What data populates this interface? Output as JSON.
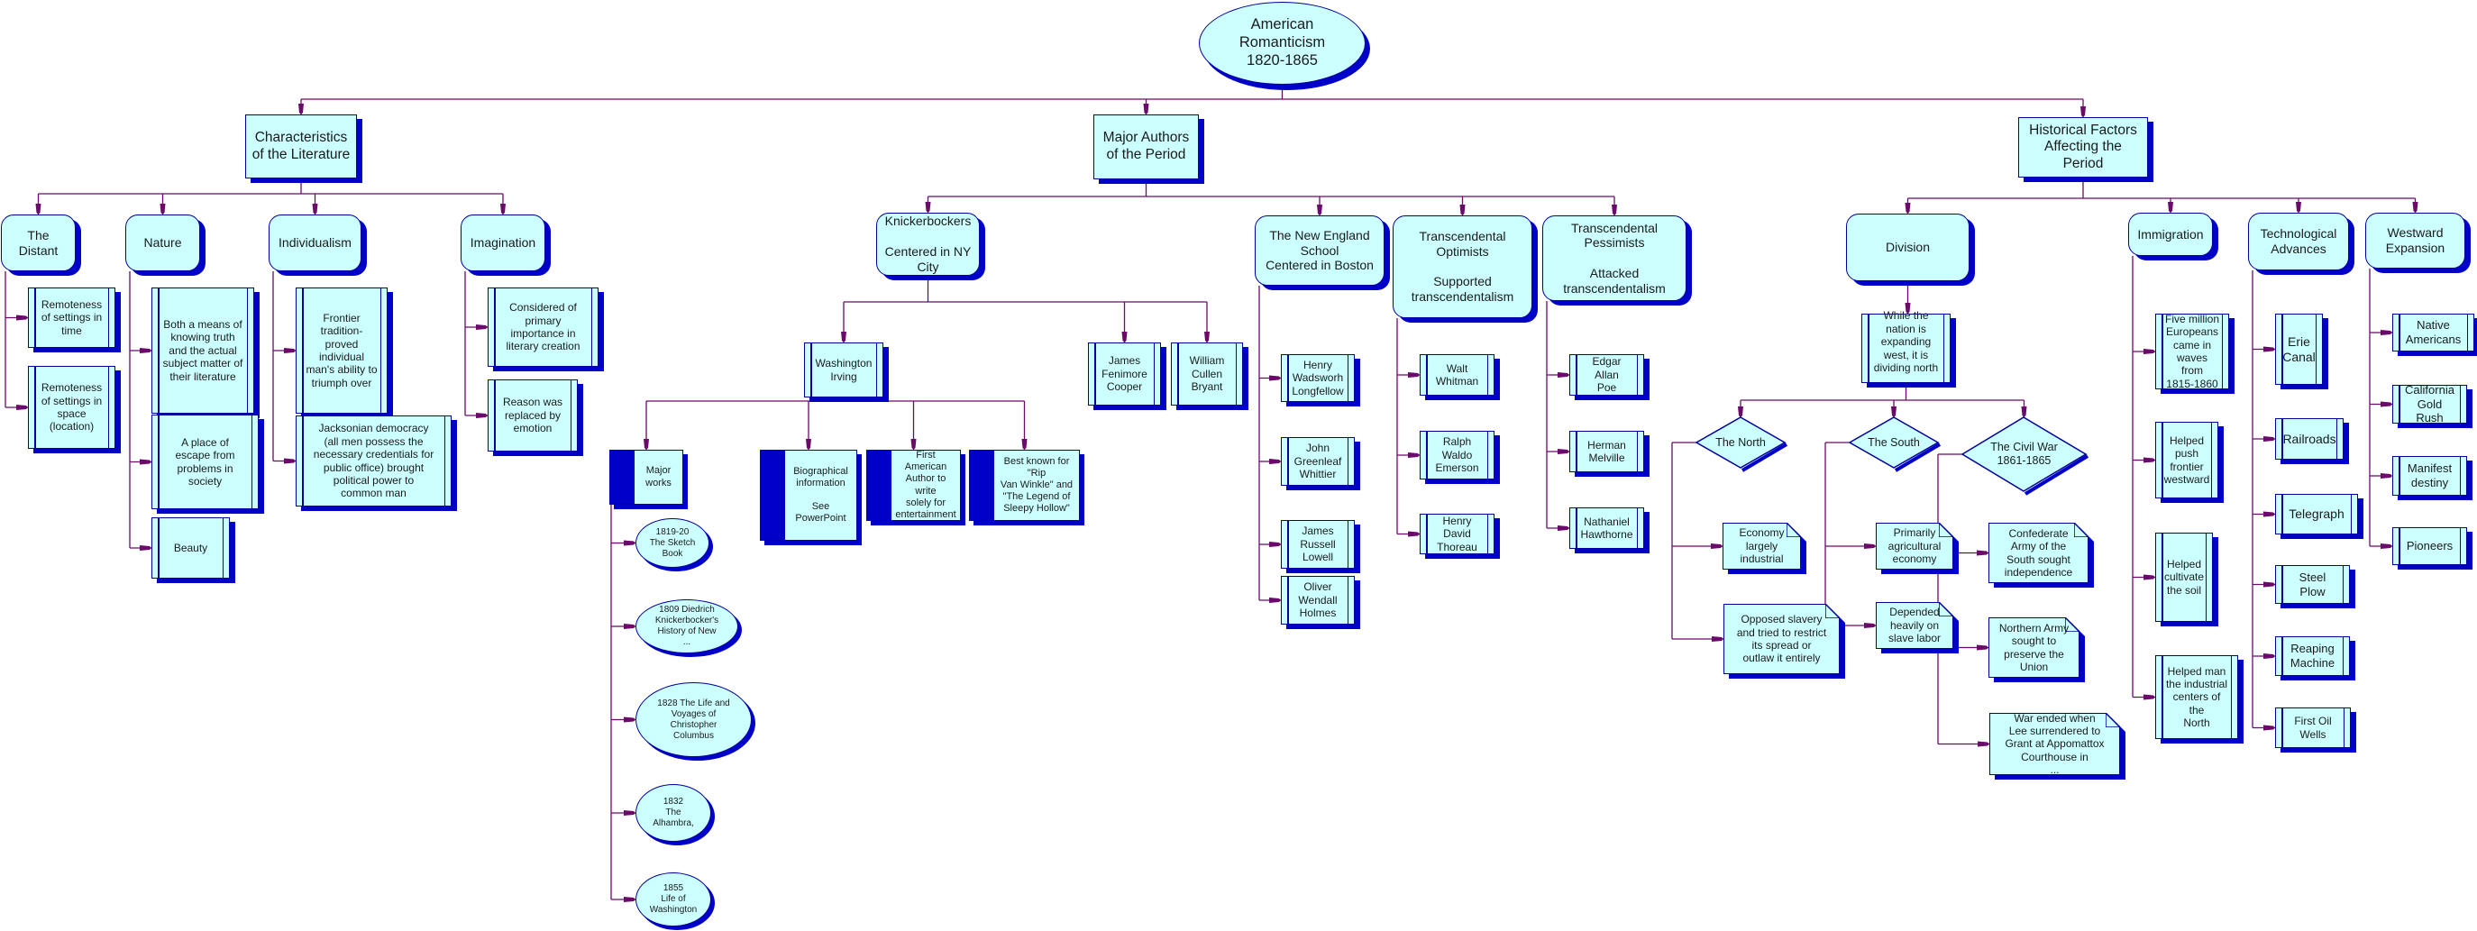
{
  "colors": {
    "fill": "#ccffff",
    "border": "#00009c",
    "shadow": "#0000c8",
    "connector": "#6b0a6b"
  },
  "root": {
    "label": "American\nRomanticism\n1820-1865"
  },
  "branches": {
    "characteristics": {
      "label": "Characteristics\nof the Literature",
      "distant": {
        "label": "The\nDistant",
        "items": [
          "Remoteness\nof settings in\ntime",
          "Remoteness\nof settings in\nspace\n(location)"
        ]
      },
      "nature": {
        "label": "Nature",
        "items": [
          "Both a means of\nknowing truth\nand the actual\nsubject matter of\ntheir literature",
          "A place of\nescape from\nproblems in\nsociety",
          "Beauty"
        ]
      },
      "individualism": {
        "label": "Individualism",
        "items": [
          "Frontier\ntradition-\nproved\nindividual\nman's ability to\ntriumph over",
          "Jacksonian democracy\n(all men possess the\nnecessary credentials for\npublic office) brought\npolitical power to\ncommon man"
        ]
      },
      "imagination": {
        "label": "Imagination",
        "items": [
          "Considered of\nprimary\nimportance in\nliterary creation",
          "Reason was\nreplaced by\nemotion"
        ]
      }
    },
    "authors": {
      "label": "Major Authors\nof the Period",
      "knickerbockers": {
        "label": "Knickerbockers\n\nCentered in NY\nCity",
        "irving": {
          "label": "Washington\nIrving",
          "major_works": {
            "label": "Major\nworks",
            "items": [
              "1819-20\nThe Sketch\nBook",
              "1809 Diedrich\nKnickerbocker's\nHistory of New\n...",
              "1828 The Life and\nVoyages of\nChristopher\nColumbus",
              "1832\nThe\nAlhambra,",
              "1855\nLife of\nWashington"
            ]
          },
          "bio": "Biographical\ninformation\n\nSee PowerPoint",
          "first": "First American\nAuthor to write\nsolely for\nentertainment",
          "best": "Best known for \"Rip\nVan Winkle\" and\n\"The Legend of\nSleepy Hollow\""
        },
        "cooper": "James\nFenimore\nCooper",
        "bryant": "William\nCullen\nBryant"
      },
      "new_england": {
        "label": "The New England\nSchool\nCentered in Boston",
        "items": [
          "Henry\nWadsworh\nLongfellow",
          "John\nGreenleaf\nWhittier",
          "James\nRussell\nLowell",
          "Oliver\nWendall\nHolmes"
        ]
      },
      "optimists": {
        "label": "Transcendental\nOptimists\n\nSupported\ntranscendentalism",
        "items": [
          "Walt\nWhitman",
          "Ralph\nWaldo\nEmerson",
          "Henry David\nThoreau"
        ]
      },
      "pessimists": {
        "label": "Transcendental\nPessimists\n\nAttacked\ntranscendentalism",
        "items": [
          "Edgar Allan\nPoe",
          "Herman\nMelville",
          "Nathaniel\nHawthorne"
        ]
      }
    },
    "historical": {
      "label": "Historical Factors\nAffecting the\nPeriod",
      "division": {
        "label": "Division",
        "summary": "While the\nnation is\nexpanding\nwest, it is\ndividing north\n...",
        "north": {
          "label": "The North",
          "items": [
            "Economy\nlargely\nindustrial",
            "Opposed slavery\nand tried to restrict\nits spread or\noutlaw it entirely"
          ]
        },
        "south": {
          "label": "The South",
          "items": [
            "Primarily\nagricultural\neconomy",
            "Depended\nheavily on\nslave labor"
          ]
        },
        "civil_war": {
          "label": "The Civil War\n1861-1865",
          "items": [
            "Confederate\nArmy of the\nSouth sought\nindependence",
            "Northern Army\nsought to\npreserve the\nUnion",
            "War ended when\nLee surrendered to\nGrant at Appomattox\nCourthouse in\n..."
          ]
        }
      },
      "immigration": {
        "label": "Immigration",
        "items": [
          "Five million\nEuropeans\ncame in\nwaves from\n1815-1860",
          "Helped\npush\nfrontier\nwestward",
          "Helped\ncultivate\nthe soil",
          "Helped man\nthe industrial\ncenters of the\nNorth"
        ]
      },
      "technology": {
        "label": "Technological\nAdvances",
        "items": [
          "Erie\nCanal",
          "Railroads",
          "Telegraph",
          "Steel Plow",
          "Reaping\nMachine",
          "First Oil\nWells"
        ]
      },
      "westward": {
        "label": "Westward\nExpansion",
        "items": [
          "Native\nAmericans",
          "California\nGold Rush",
          "Manifest\ndestiny",
          "Pioneers"
        ]
      }
    }
  }
}
